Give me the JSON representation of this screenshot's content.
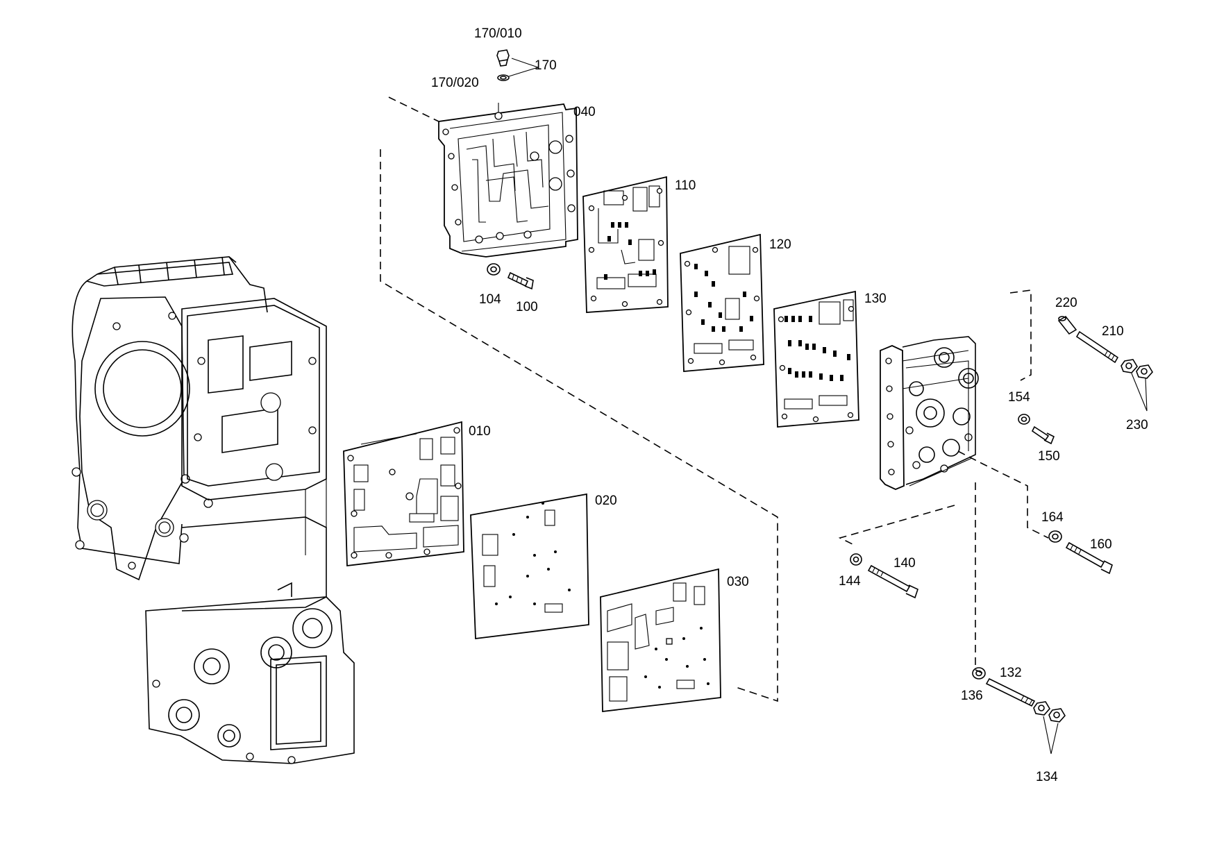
{
  "labels": {
    "p170_010": "170/010",
    "p170": "170",
    "p170_020": "170/020",
    "p040": "040",
    "p110": "110",
    "p120": "120",
    "p130": "130",
    "p104": "104",
    "p100": "100",
    "p010": "010",
    "p020": "020",
    "p030": "030",
    "p220": "220",
    "p210": "210",
    "p230": "230",
    "p154": "154",
    "p150": "150",
    "p164": "164",
    "p160": "160",
    "p140": "140",
    "p144": "144",
    "p132": "132",
    "p136": "136",
    "p134": "134"
  }
}
